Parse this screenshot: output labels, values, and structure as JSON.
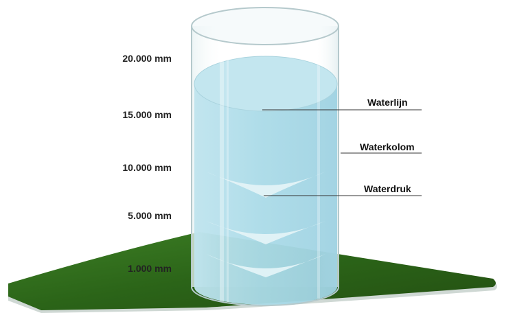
{
  "scale": {
    "labels": [
      "20.000 mm",
      "15.000 mm",
      "10.000 mm",
      "5.000 mm",
      "1.000 mm"
    ]
  },
  "callouts": {
    "waterline": "Waterlijn",
    "water_column": "Waterkolom",
    "water_pressure": "Waterdruk"
  },
  "colors": {
    "ground": "#2e6a1c",
    "water": "#a9dbe8",
    "glass_outline": "#b5c9cc",
    "label_text": "#222222"
  }
}
